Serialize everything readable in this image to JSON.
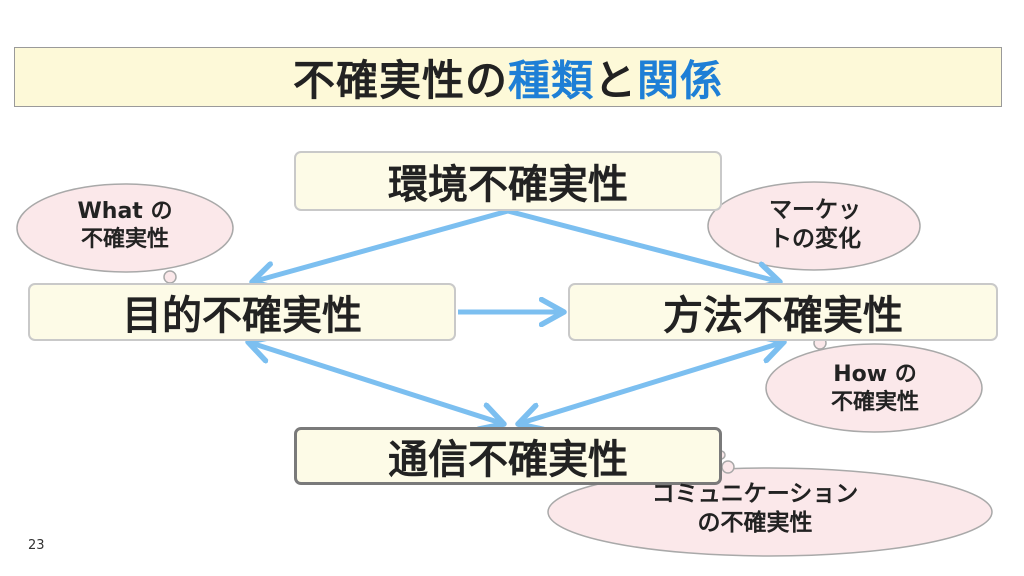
{
  "title": {
    "part1": "不確実性の",
    "part2": "種類",
    "part3": "と",
    "part4": "関係"
  },
  "nodes": {
    "environment": "環境不確実性",
    "goal": "目的不確実性",
    "method": "方法不確実性",
    "communication": "通信不確実性"
  },
  "clouds": {
    "what": [
      "What の",
      "不確実性"
    ],
    "market": [
      "マーケッ",
      "トの変化"
    ],
    "how": [
      "How の",
      "不確実性"
    ],
    "communication": [
      "コミュニケーション",
      "の不確実性"
    ]
  },
  "colors": {
    "title_highlight": "#1e7fd6",
    "arrow": "#7cbff0",
    "node_fill": "#fdfbe7",
    "cloud_fill": "#fbe8ea",
    "title_fill": "#fdf9d8"
  },
  "page_number": "23"
}
